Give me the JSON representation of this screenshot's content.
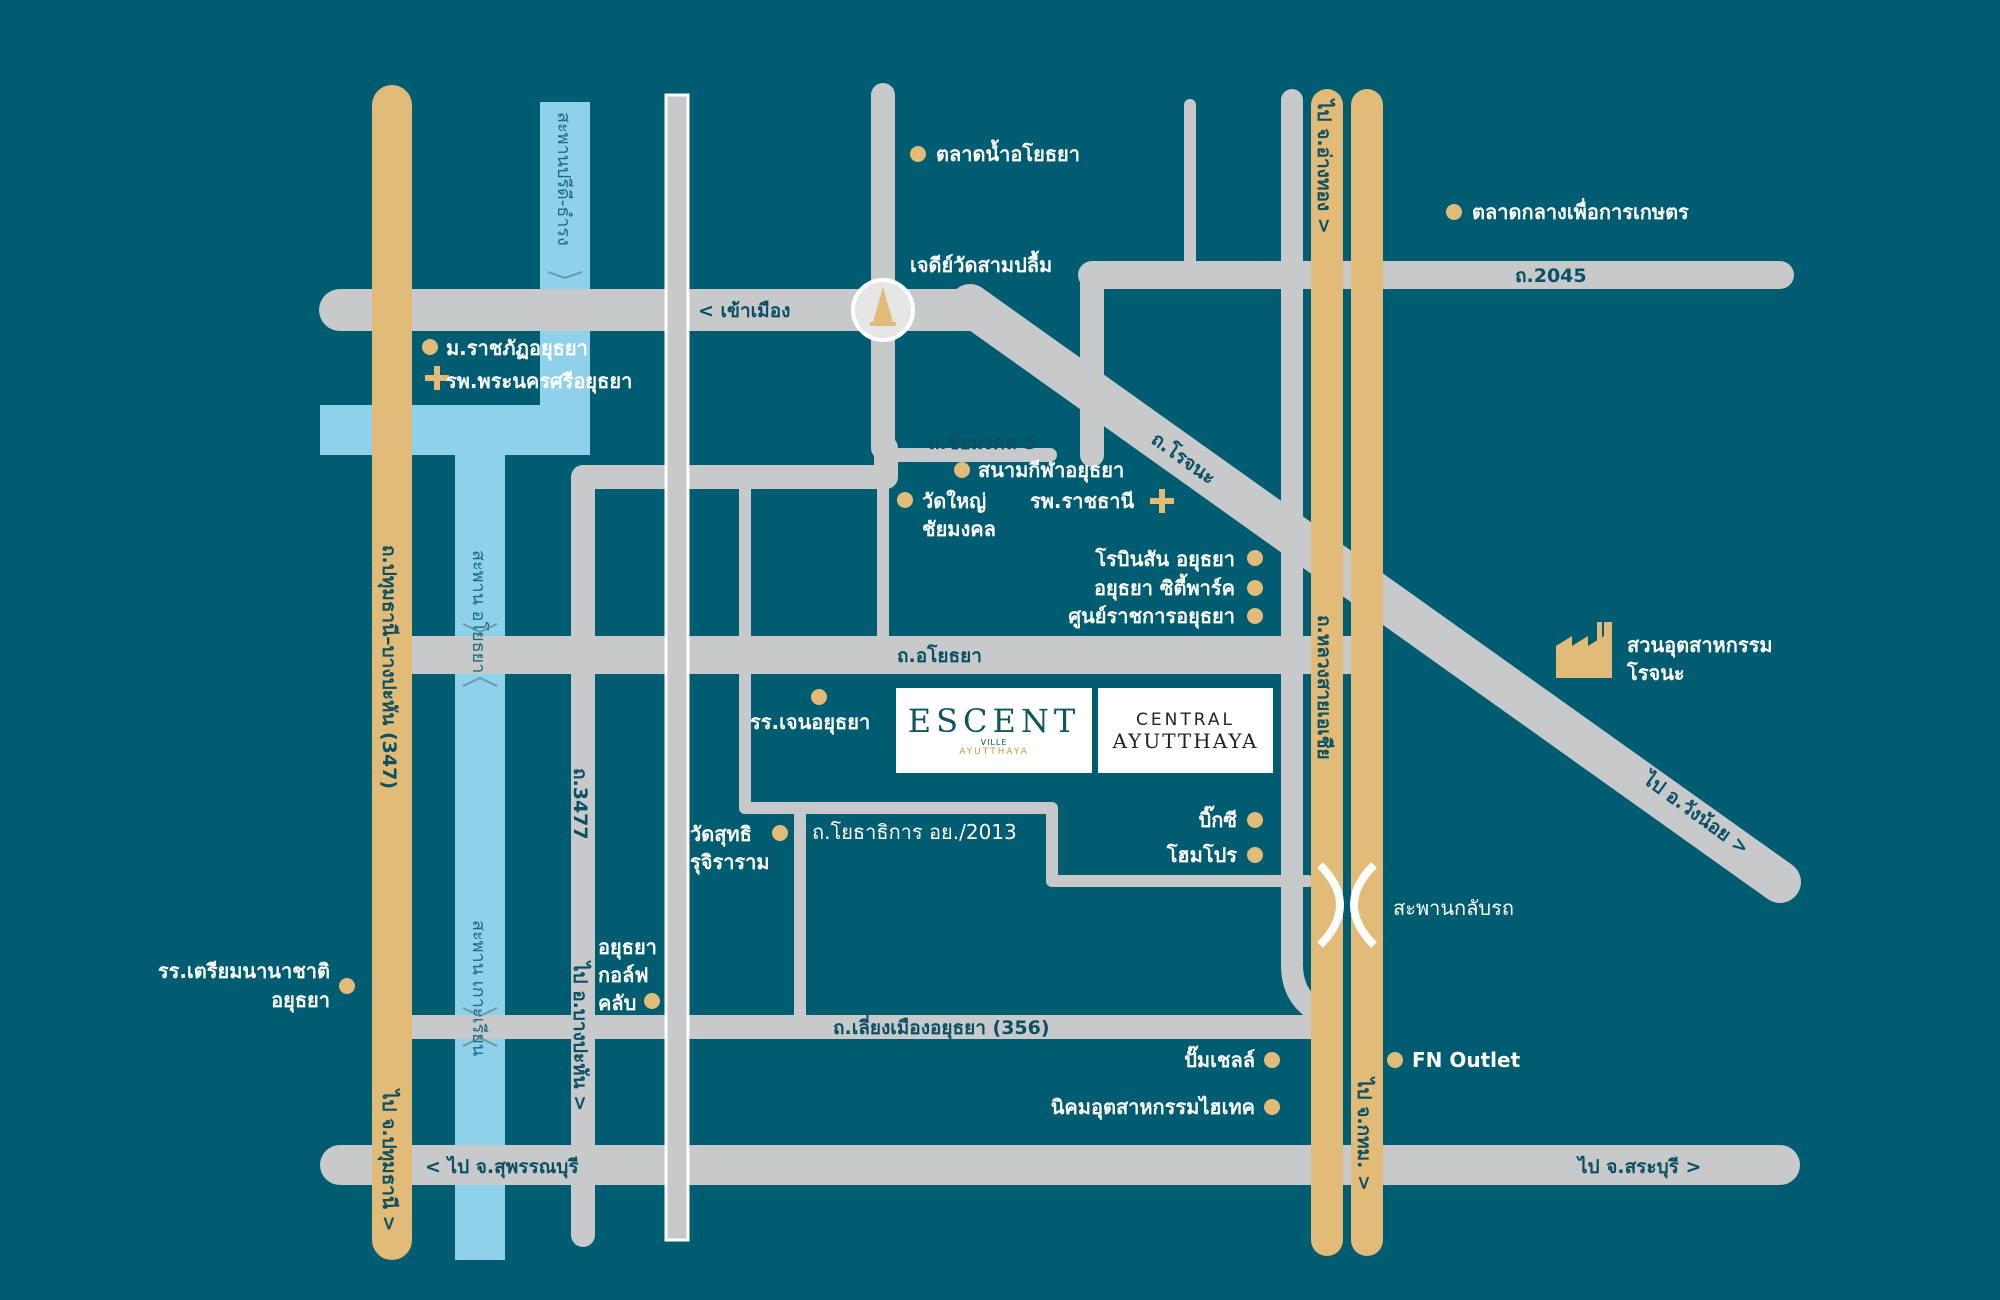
{
  "colors": {
    "background": "#005c70",
    "road": "#c7c9cb",
    "highway": "#e2bb78",
    "water": "#8fd1ea",
    "dot": "#e2bb78",
    "label": "#ffffff",
    "road_label": "#0b4f63"
  },
  "roads": {
    "khao_mueang": "< เข้าเมือง",
    "r2045": "ถ.2045",
    "chaimongkol5": "ถ.ชัยมงคล 5",
    "rojana": "ถ.โรจนะ",
    "ayothaya": "ถ.อโยธยา",
    "r3477": "ถ.3477",
    "yotha": "ถ.โยธาธิการ อย./2013",
    "liang_mueang": "ถ.เลี่ยงเมืองอยุธยา (356)",
    "suphanburi": "< ไป จ.สุพรรณบุรี",
    "saraburi": "ไป จ.สระบุรี >",
    "wang_noi": "ไป อ.วังน้อย >",
    "pathum_bang_pahan": "ถ.ปทุมธานี–บางปะหัน (347)",
    "to_pathum": "ไป จ.ปทุมธานี >",
    "to_ang_thong": "ไป จ.อ่างทอง >",
    "to_bang_pahan": "ไป อ.บางปะหัน >",
    "luang_asia": "ถ.หลวงสายเอเชีย",
    "to_bangkok": "ไป จ.กทม. >"
  },
  "water": {
    "pridi": "สะพานปรีดี-ธำรง",
    "ayothaya_bridge": "สะพาน อโยธยา",
    "koh_rian_bridge": "สะพาน เกาะเรียน"
  },
  "u_turn": "สะพานกลับรถ",
  "pois": {
    "floating_market": "ตลาดน้ำอโยธยา",
    "central_agri_market": "ตลาดกลางเพื่อการเกษตร",
    "chedi": "เจดีย์วัดสามปลื้ม",
    "rajabhat": "ม.ราชภัฏอยุธยา",
    "phra_nakhon_hospital": "รพ.พระนครศรีอยุธยา",
    "stadium": "สนามกีฬาอยุธยา",
    "wat_yai": [
      "วัดใหญ่",
      "ชัยมงคล"
    ],
    "ratchathani_hospital": "รพ.ราชธานี",
    "robinson": "โรบินสัน อยุธยา",
    "city_park": "อยุธยา ซิตี้พาร์ค",
    "gov_center": "ศูนย์ราชการอยุธยา",
    "industrial_park": [
      "สวนอุตสาหกรรม",
      "โรจนะ"
    ],
    "school_jane": "รร.เจนอยุธยา",
    "wat_suttha": [
      "วัดสุทธิ",
      "รุจิราราม"
    ],
    "big_c": "บิ๊กซี",
    "homepro": "โฮมโปร",
    "intl_school": [
      "รร.เตรียมนานาชาติ",
      "อยุธยา"
    ],
    "golf": [
      "อยุธยา",
      "กอล์ฟ",
      "คลับ"
    ],
    "shell": "ปั๊มเชลล์",
    "fn_outlet": "FN Outlet",
    "hitech": "นิคมอุตสาหกรรมไฮเทค"
  },
  "brands": {
    "escent_main": "ESCENT",
    "escent_sub": "VILLE",
    "escent_place": "AYUTTHAYA",
    "central_main": "CENTRAL",
    "central_sub": "AYUTTHAYA"
  }
}
